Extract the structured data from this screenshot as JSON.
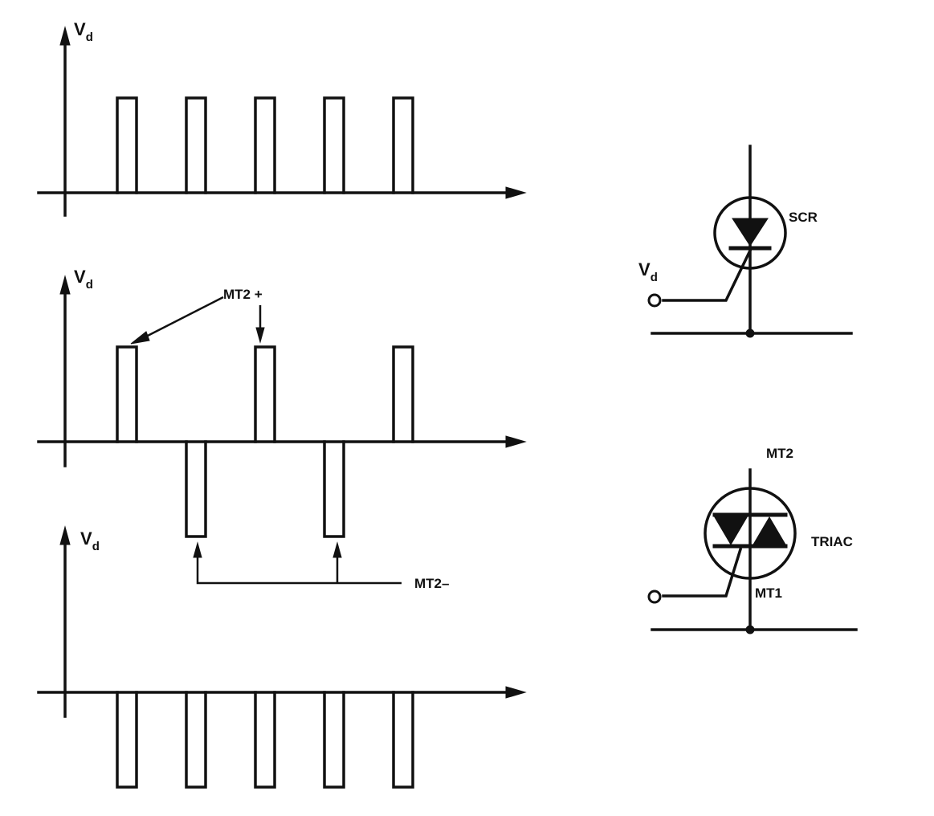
{
  "axis_symbol": "V",
  "axis_subscript": "d",
  "waveforms": [
    {
      "name": "scr-gate-pulses",
      "pulses": [
        1,
        1,
        1,
        1,
        1
      ]
    },
    {
      "name": "triac-alternating-pulses",
      "pulses": [
        1,
        -1,
        1,
        -1,
        1
      ]
    },
    {
      "name": "triac-negative-pulses",
      "pulses": [
        -1,
        -1,
        -1,
        -1,
        -1
      ]
    }
  ],
  "annotations": {
    "mt2_plus": "MT2 +",
    "mt2_minus": "MT2–"
  },
  "scr": {
    "label": "SCR",
    "gate_symbol": "V",
    "gate_subscript": "d"
  },
  "triac": {
    "label": "TRIAC",
    "terminal_top": "MT2",
    "terminal_bottom": "MT1"
  }
}
